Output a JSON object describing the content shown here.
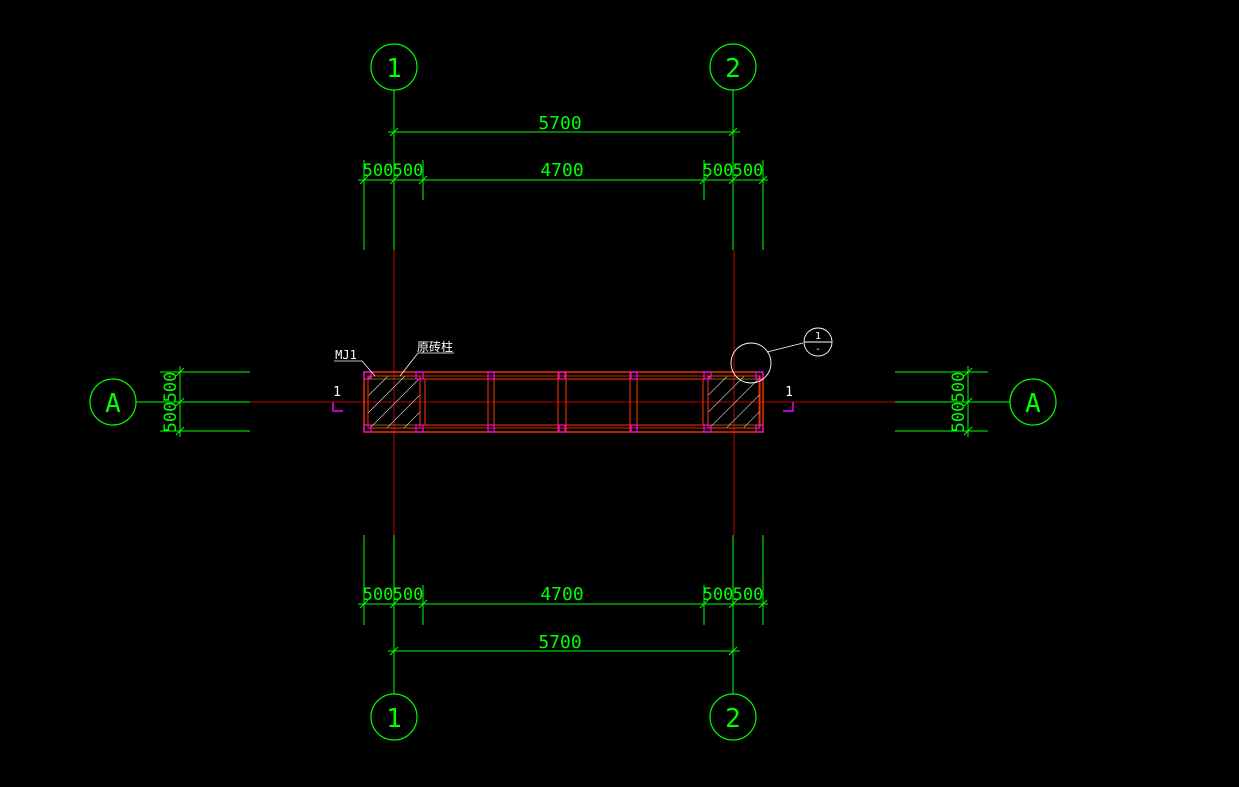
{
  "colors": {
    "background": "#000000",
    "dimension": "#00ff00",
    "axis": "#c00000",
    "wall": "#ff3300",
    "column": "#ff00ff",
    "section": "#ff00ff",
    "annotation": "#ffffff",
    "hatch": "#ffffff"
  },
  "grid_axes": {
    "top_left": "1",
    "top_right": "2",
    "bottom_left": "1",
    "bottom_right": "2",
    "left": "A",
    "right": "A"
  },
  "dimensions": {
    "top_total": "5700",
    "top_left_a": "500",
    "top_left_b": "500",
    "top_middle": "4700",
    "top_right_a": "500",
    "top_right_b": "500",
    "bottom_left_a": "500",
    "bottom_left_b": "500",
    "bottom_middle": "4700",
    "bottom_right_a": "500",
    "bottom_right_b": "500",
    "bottom_total": "5700",
    "left_a": "500",
    "left_b": "500",
    "right_a": "500",
    "right_b": "500"
  },
  "labels": {
    "door_tag": "MJ1",
    "column_tag": "原砖柱",
    "section_left": "1",
    "section_right": "1",
    "detail_top": "1",
    "detail_bottom": "-"
  }
}
